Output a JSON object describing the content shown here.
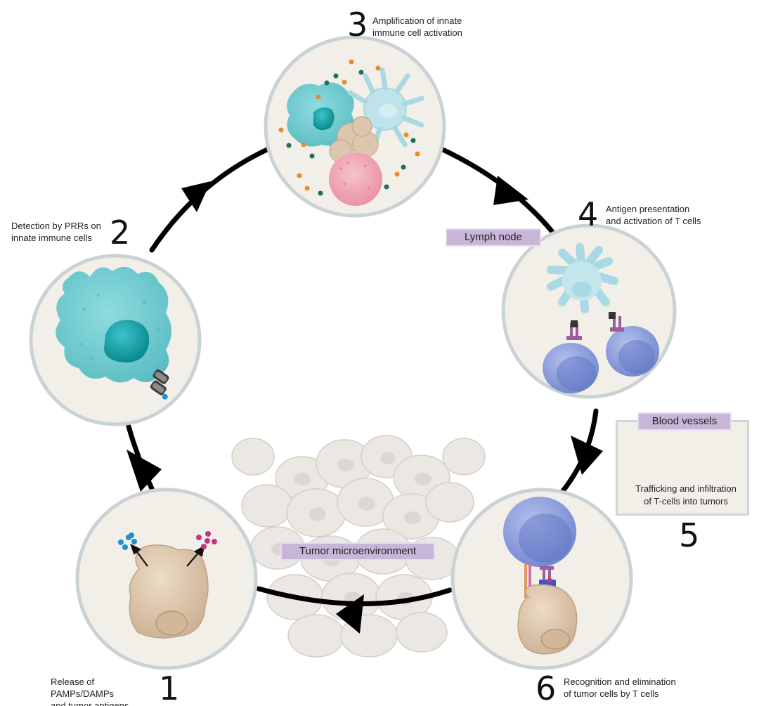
{
  "steps": [
    {
      "number": "1",
      "caption": "Release of PAMPs/DAMPs\nand tumor antigens"
    },
    {
      "number": "2",
      "caption": "Detection by PRRs on\ninnate immune cells"
    },
    {
      "number": "3",
      "caption": "Amplification of innate\nimmune cell activation"
    },
    {
      "number": "4",
      "caption": "Antigen presentation\nand activation of T cells"
    },
    {
      "number": "5",
      "caption": "Trafficking and infiltration\nof T-cells into tumors"
    },
    {
      "number": "6",
      "caption": "Recognition and elimination\nof tumor cells by T cells"
    }
  ],
  "locations": {
    "lymph_node": "Lymph node",
    "blood_vessels": "Blood vessels",
    "tumor_microenvironment": "Tumor microenvironment"
  },
  "colors": {
    "circle_fill": "#f2eee8",
    "circle_border": "#c9d3d3",
    "label_fill": "#c8b6d8",
    "innate_cell": "#6cc9cc",
    "nucleus": "#0fa2a8",
    "dendritic_cell": "#a7dbe6",
    "t_cell": "#8fa3dc",
    "tumor_cell": "#d8c1a6",
    "neutrophil": "#f0a3b3",
    "vessel": "#e0333a",
    "pamp_dot": "#1f8fc7",
    "damp_dot": "#c2357f",
    "cytokine_orange": "#e98b2a",
    "cytokine_green": "#1d6e5c",
    "arrow": "#000000"
  }
}
